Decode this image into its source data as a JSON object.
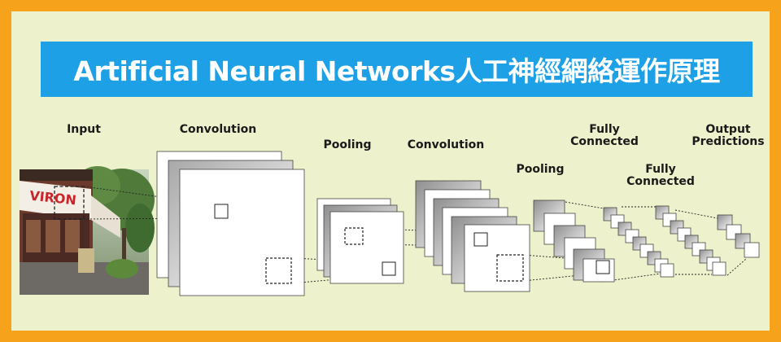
{
  "title": "Artificial Neural Networks人工神經網絡運作原理",
  "colors": {
    "border": "#F7A21B",
    "background": "#EEF2CC",
    "banner": "#1EA0E6"
  },
  "stages": {
    "input": "Input",
    "conv1": "Convolution",
    "pool1": "Pooling",
    "conv2": "Convolution",
    "pool2": "Pooling",
    "fc1": {
      "line1": "Fully",
      "line2": "Connected"
    },
    "fc2": {
      "line1": "Fully",
      "line2": "Connected"
    },
    "output": {
      "line1": "Output",
      "line2": "Predictions"
    }
  },
  "input_image": {
    "sign_text": "VIRON",
    "depicts": "street-cafe-photo"
  }
}
